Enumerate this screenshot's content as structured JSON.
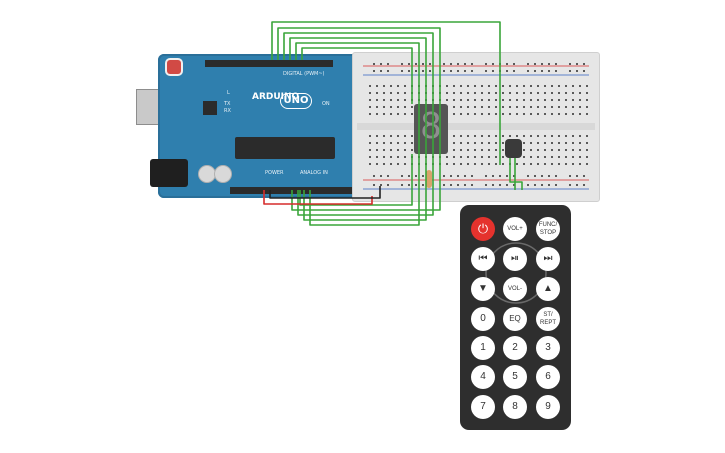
{
  "arduino": {
    "logo_text": "ARDUINO",
    "board_name": "UNO",
    "digital_label": "DIGITAL (PWM~)",
    "analog_label": "ANALOG IN",
    "power_label": "POWER",
    "tx_label": "TX",
    "rx_label": "RX",
    "l_label": "L",
    "on_label": "ON"
  },
  "display": {
    "digit": "8"
  },
  "remote": {
    "buttons": {
      "power": "⏻",
      "vol_up": "VOL+",
      "func_stop": "FUNC/ STOP",
      "prev": "⏮",
      "play_pause": "⏯",
      "next": "⏭",
      "down": "▼",
      "vol_down": "VOL-",
      "up": "▲",
      "zero": "0",
      "eq": "EQ",
      "st_rept": "ST/ REPT",
      "one": "1",
      "two": "2",
      "three": "3",
      "four": "4",
      "five": "5",
      "six": "6",
      "seven": "7",
      "eight": "8",
      "nine": "9"
    }
  },
  "colors": {
    "wire_green": "#3aa53a",
    "wire_red": "#d62b2b",
    "wire_black": "#222222",
    "board_blue": "#2f7fae",
    "remote_body": "#2e2e2e",
    "power_button": "#e5322d"
  }
}
